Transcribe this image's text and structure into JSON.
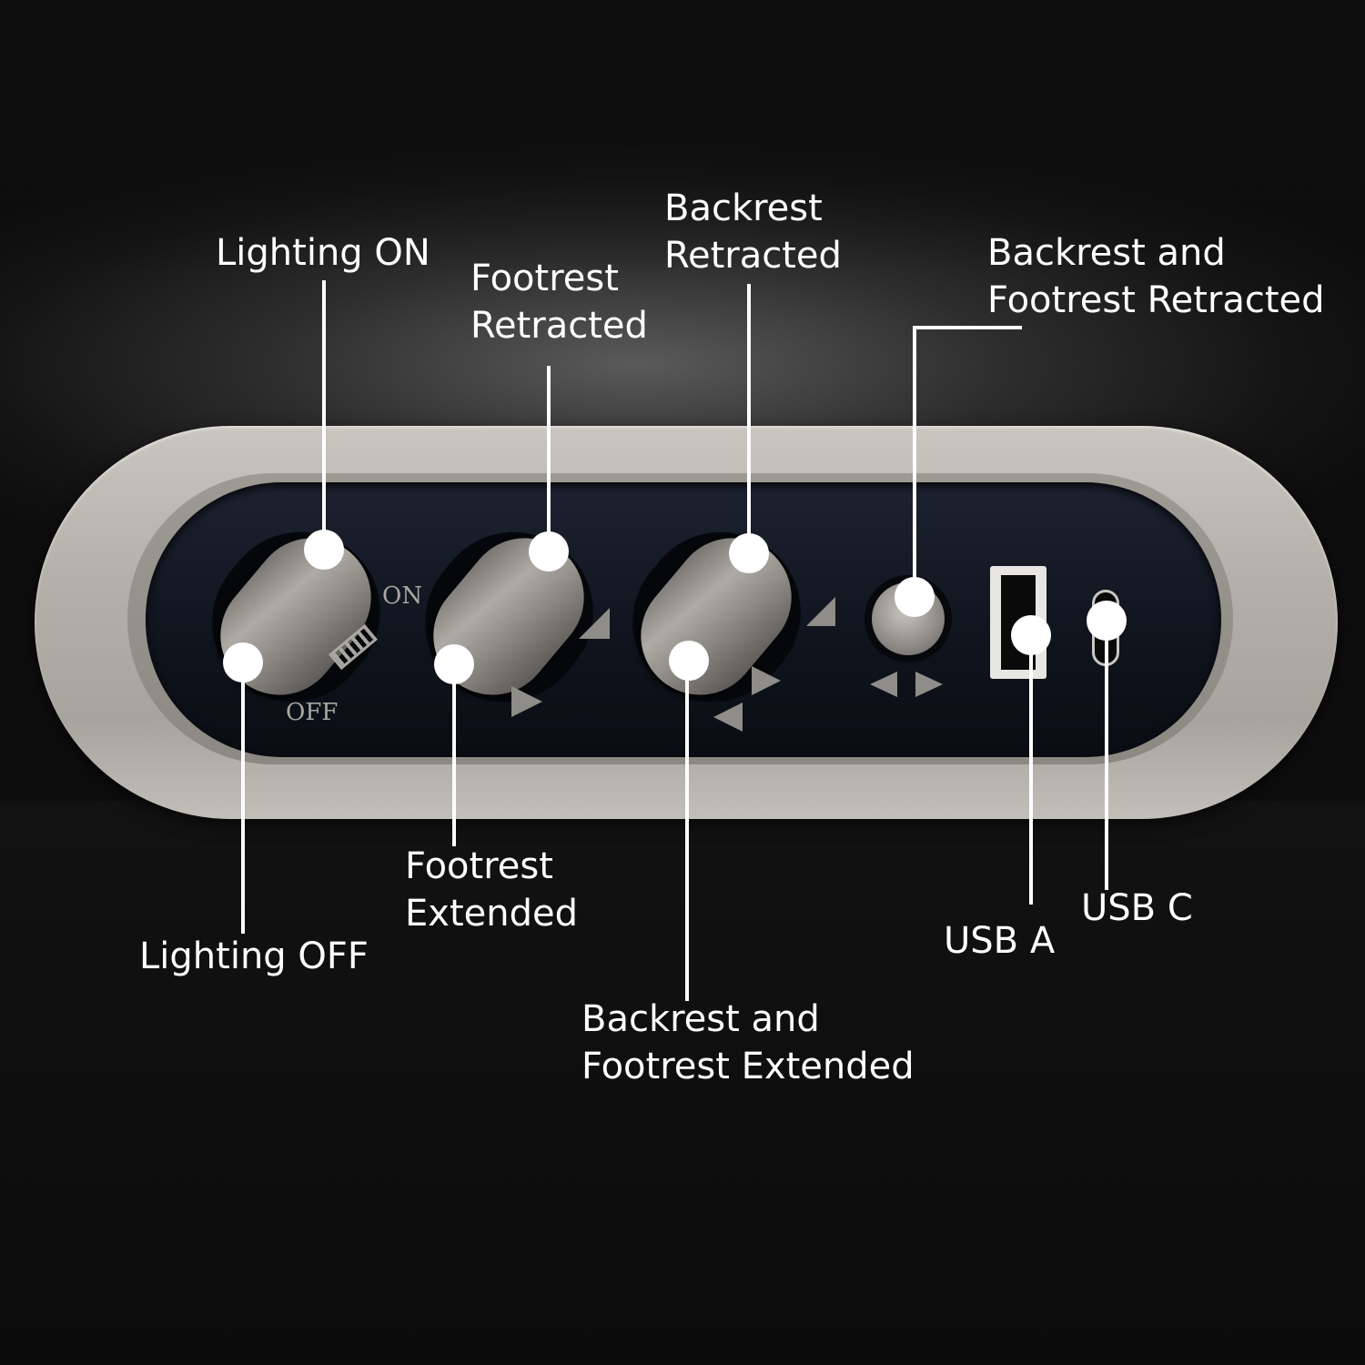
{
  "panel_markings": {
    "on": "ON",
    "off": "OFF"
  },
  "callouts": {
    "lighting_on": {
      "lines": [
        "Lighting ON"
      ]
    },
    "footrest_retracted": {
      "lines": [
        "Footrest",
        "Retracted"
      ]
    },
    "backrest_retracted": {
      "lines": [
        "Backrest",
        "Retracted"
      ]
    },
    "backrest_footrest_retracted": {
      "lines": [
        "Backrest and",
        "Footrest Retracted"
      ]
    },
    "lighting_off": {
      "lines": [
        "Lighting OFF"
      ]
    },
    "footrest_extended": {
      "lines": [
        "Footrest",
        "Extended"
      ]
    },
    "backrest_footrest_extended": {
      "lines": [
        "Backrest and",
        "Footrest Extended"
      ]
    },
    "usb_a": {
      "lines": [
        "USB A"
      ]
    },
    "usb_c": {
      "lines": [
        "USB C"
      ]
    }
  },
  "colors": {
    "callout": "#ffffff",
    "panel": "#0f131c",
    "bezel": "#b3afa9"
  }
}
